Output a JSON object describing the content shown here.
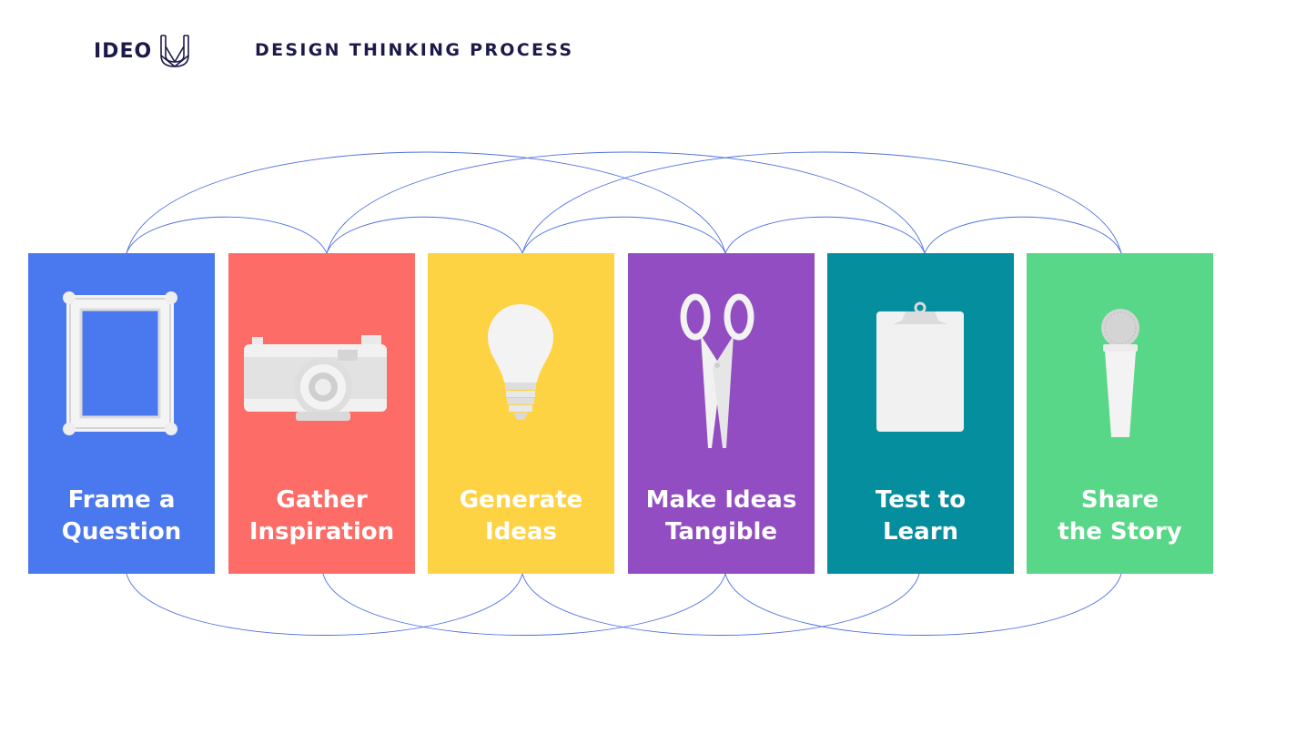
{
  "header": {
    "brand": "IDEO",
    "logo_mark_icon": "ideo-u-monogram-icon",
    "title": "DESIGN THINKING PROCESS"
  },
  "steps": [
    {
      "line1": "Frame a",
      "line2": "Question",
      "color": "#4a78ee",
      "icon": "picture-frame-icon"
    },
    {
      "line1": "Gather",
      "line2": "Inspiration",
      "color": "#fe6c67",
      "icon": "camera-icon"
    },
    {
      "line1": "Generate",
      "line2": "Ideas",
      "color": "#fdd344",
      "icon": "lightbulb-icon"
    },
    {
      "line1": "Make Ideas",
      "line2": "Tangible",
      "color": "#924dc2",
      "icon": "scissors-icon"
    },
    {
      "line1": "Test to",
      "line2": "Learn",
      "color": "#058e9d",
      "icon": "clipboard-icon"
    },
    {
      "line1": "Share",
      "line2": "the Story",
      "color": "#57d787",
      "icon": "microphone-icon"
    }
  ],
  "colors": {
    "brand_navy": "#1d1a4a",
    "arc_stroke": "#4d6fe0"
  }
}
